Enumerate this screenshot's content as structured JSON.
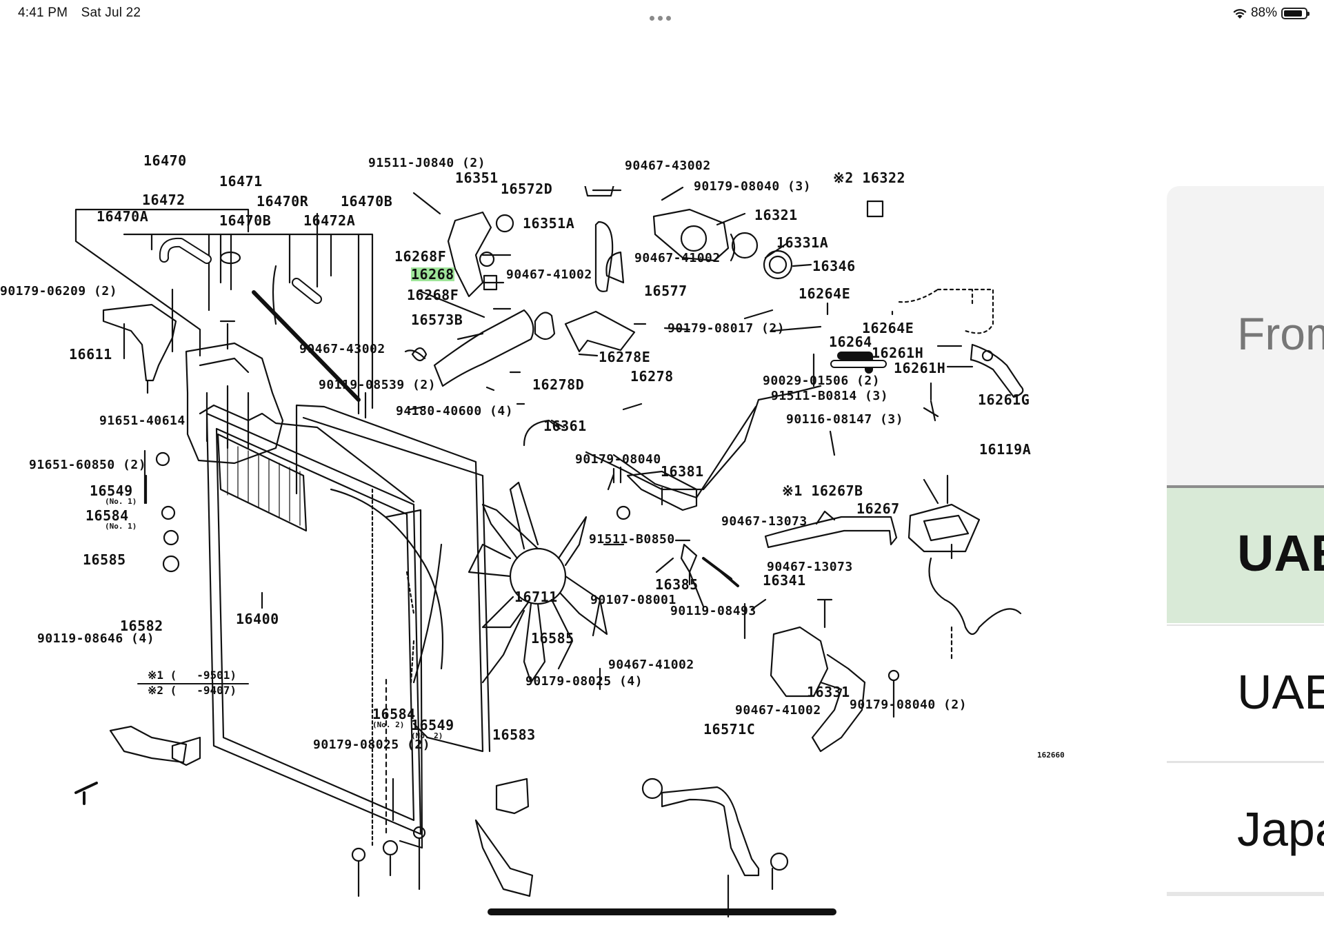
{
  "status_bar": {
    "time": "4:41 PM",
    "date": "Sat Jul 22",
    "battery": "88%",
    "battery_level": 0.88,
    "icons": [
      "wifi-icon",
      "battery-icon",
      "more-dots-icon"
    ]
  },
  "diagram": {
    "part_labels": [
      "16470",
      "16471",
      "16472",
      "16470A",
      "16470R",
      "16470B",
      "16470B",
      "16472A",
      "91511-J0840 (2)",
      "16351",
      "16572D",
      "16351A",
      "16268F",
      "16268",
      "16268F",
      "90467-41002",
      "16573B",
      "90467-43002",
      "90467-43002",
      "90179-08040 (3)",
      "※2 16322",
      "16321",
      "90467-41002",
      "16331A",
      "16346",
      "16577",
      "16264E",
      "16264E",
      "16264",
      "16261H",
      "16261H",
      "90029-01506 (2)",
      "16261G",
      "90179-08017 (2)",
      "16278E",
      "16278D",
      "16278",
      "91511-B0814 (3)",
      "90116-08147 (3)",
      "16119A",
      "90179-06209 (2)",
      "16611",
      "91651-40614",
      "90119-08539 (2)",
      "94180-40600 (4)",
      "16361",
      "90179-08040",
      "16381",
      "91651-60850 (2)",
      "16549",
      "(No. 1)",
      "16584",
      "(No. 1)",
      "16585",
      "※1 16267B",
      "16267",
      "90467-13073",
      "91511-B0850",
      "90467-13073",
      "16385",
      "16341",
      "90107-08001",
      "90119-08493",
      "16711",
      "16400",
      "16582",
      "90119-08646 (4)",
      "16585",
      "90179-08025 (4)",
      "90467-41002",
      "16331",
      "16571C",
      "90467-41002",
      "90179-08040 (2)",
      "16584",
      "(No. 2)",
      "16549",
      "(No. 2)",
      "16583",
      "90179-08025 (2)",
      "162660"
    ],
    "highlighted_part": "16268",
    "legend": [
      {
        "mark": "※1",
        "range": "-9501)"
      },
      {
        "mark": "※2",
        "range": "-9407)"
      }
    ]
  },
  "side_panel": {
    "header": "From",
    "rows": [
      "UAE",
      "UAE",
      "Japan"
    ],
    "selected_row": "UAE",
    "highlight_color": "#d9ead7"
  }
}
